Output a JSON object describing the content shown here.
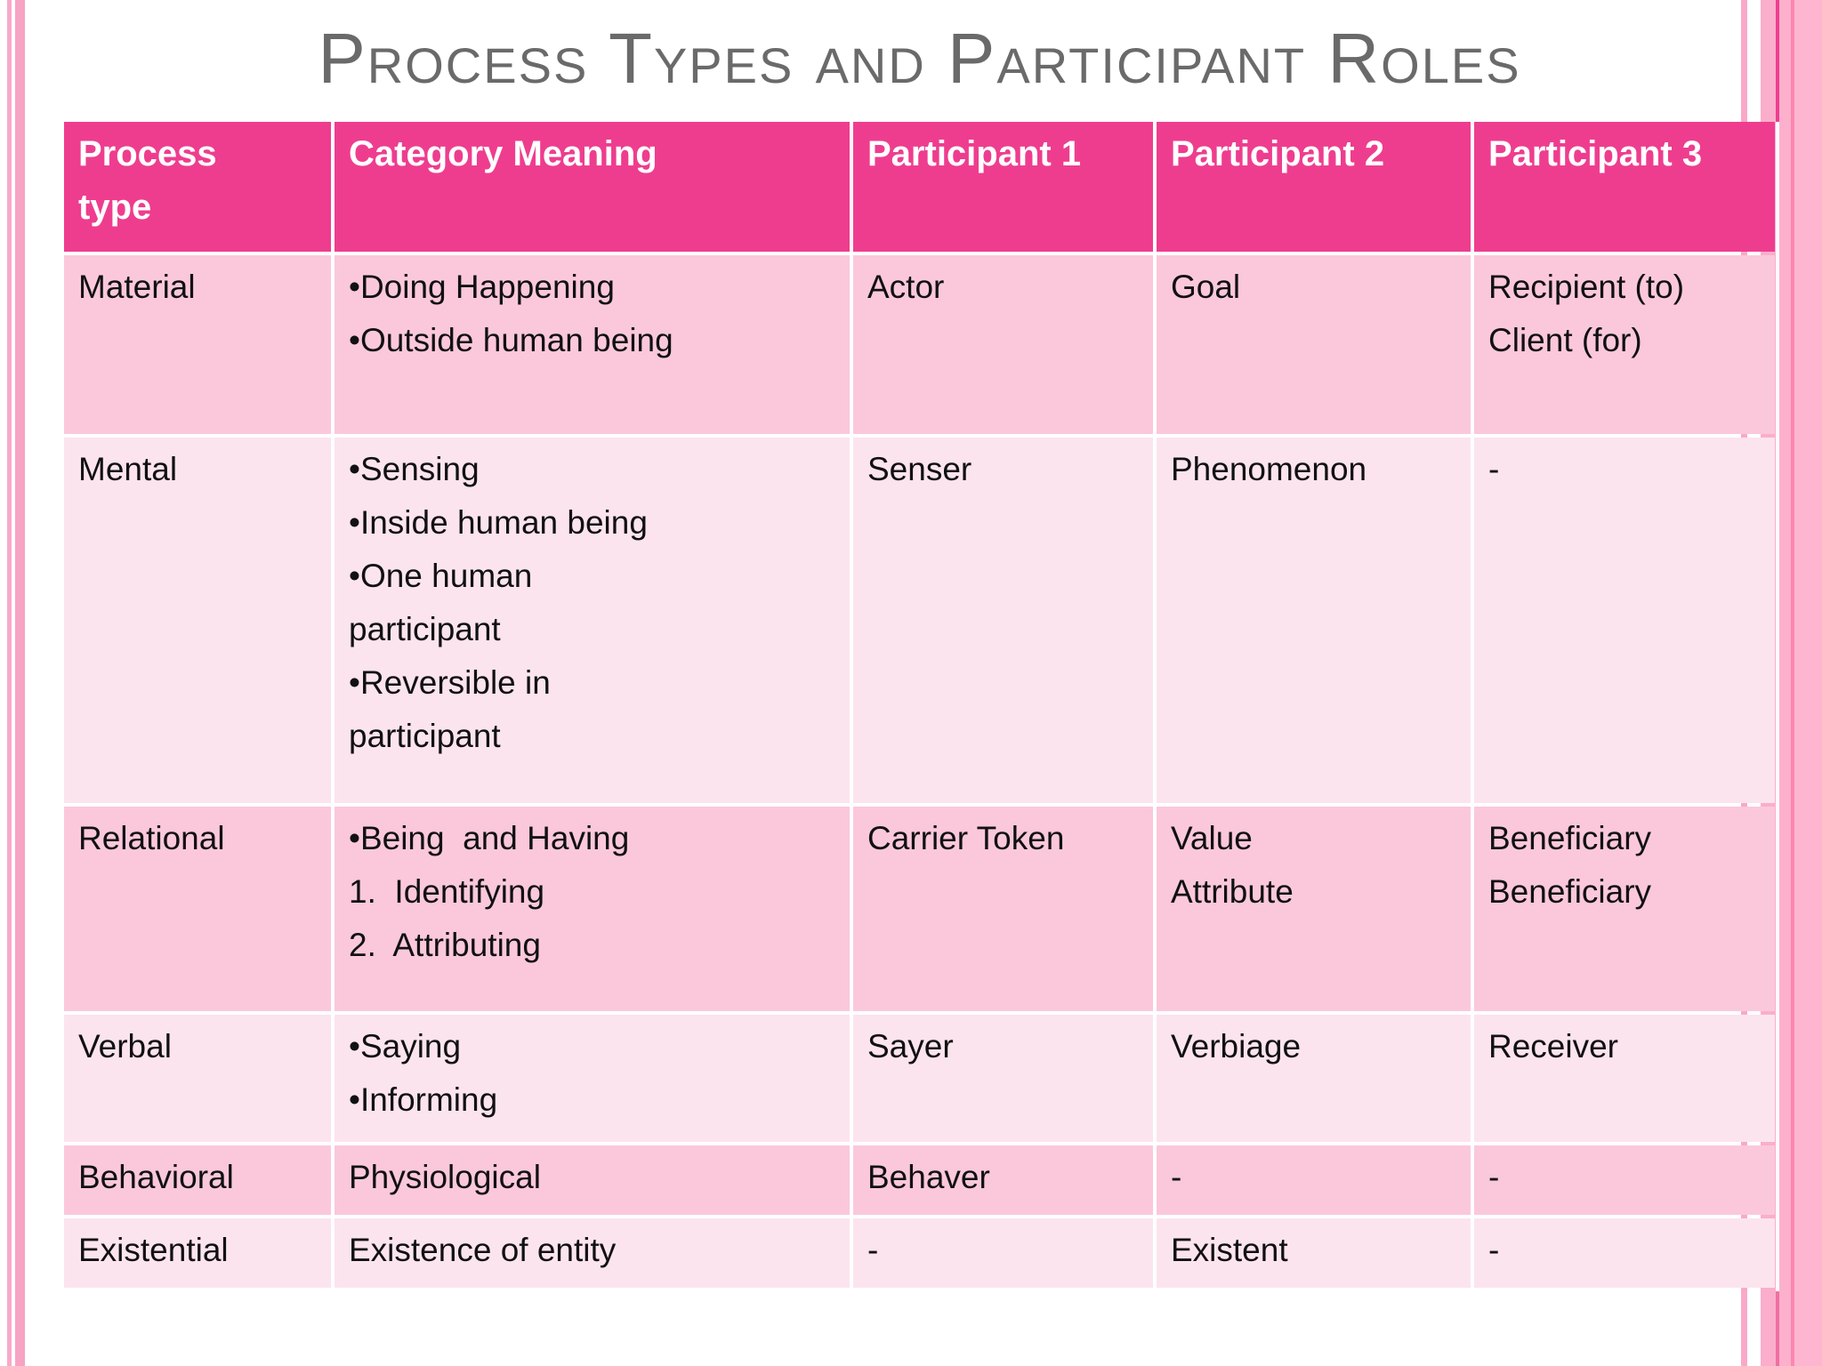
{
  "title": "Process Types and Participant Roles",
  "table": {
    "headers": [
      "Process\ntype",
      "Category Meaning",
      "Participant 1",
      "Participant 2",
      "Participant 3"
    ],
    "rows": [
      {
        "cells": [
          "Material",
          "•Doing Happening\n•Outside human being",
          "Actor",
          "Goal",
          "Recipient (to)\nClient (for)"
        ]
      },
      {
        "cells": [
          "Mental",
          "•Sensing\n•Inside human being\n•One human\nparticipant\n•Reversible in\nparticipant",
          "Senser",
          "Phenomenon",
          "-"
        ]
      },
      {
        "cells": [
          "Relational",
          "•Being  and Having\n1.  Identifying\n2.  Attributing",
          "Carrier Token",
          "Value\nAttribute",
          "Beneficiary\nBeneficiary"
        ]
      },
      {
        "cells": [
          "Verbal",
          "•Saying\n•Informing",
          "Sayer",
          "Verbiage",
          "Receiver"
        ]
      },
      {
        "cells": [
          "Behavioral",
          "Physiological",
          "Behaver",
          "-",
          "-"
        ]
      },
      {
        "cells": [
          "Existential",
          "Existence of entity",
          "-",
          "Existent",
          "-"
        ]
      }
    ]
  },
  "colors": {
    "header_bg": "#EE3D8F",
    "header_text": "#FFFFFF",
    "row_medium_pink": "#FBC8DB",
    "row_pale_pink": "#FCE4EE",
    "title_gray": "#6A6A6A",
    "border_stripe_pink": "#F8AACA",
    "right_band_pink": "#FDB0CC",
    "right_band_stripe": "#FB86B1",
    "accent_magenta": "#EE3D8F",
    "body_text": "#111111",
    "background": "#FFFFFF"
  }
}
